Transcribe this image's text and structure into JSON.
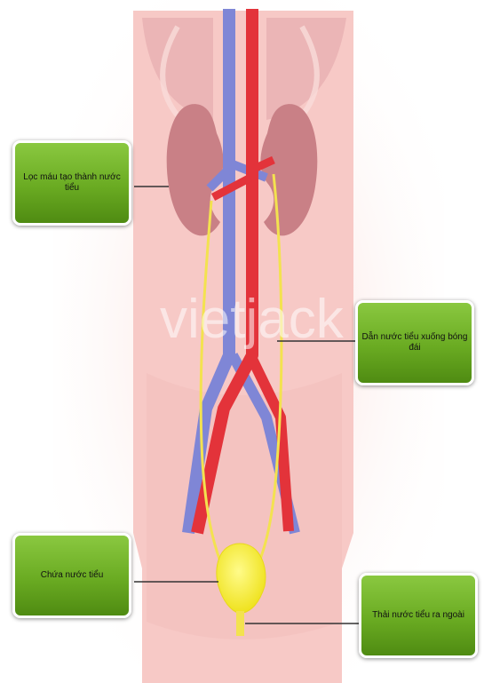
{
  "diagram": {
    "watermark": "vietjack",
    "labels": {
      "kidney": "Lọc máu tạo thành nước tiểu",
      "ureter": "Dẫn nước tiểu xuống bóng đái",
      "bladder": "Chứa nước tiểu",
      "urethra": "Thải nước tiểu ra ngoài"
    },
    "colors": {
      "body": "#f7c9c6",
      "background_glow": "#fbe3df",
      "organ_shadow": "#d49c9f",
      "kidney": "#c98086",
      "artery": "#e3333a",
      "vein": "#7f86d6",
      "ureter": "#f3e24f",
      "bladder": "#f8ef2a",
      "label_green": "#6aab22",
      "pointer_line": "#333333"
    }
  }
}
